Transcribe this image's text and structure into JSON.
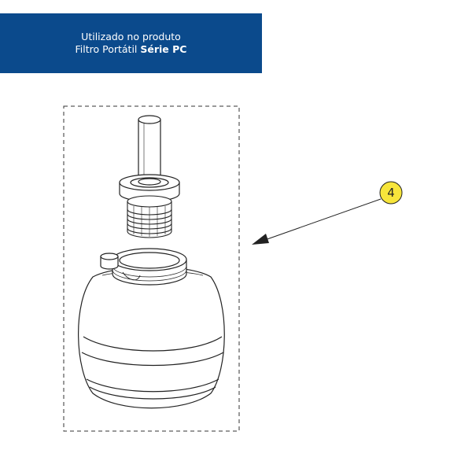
{
  "banner": {
    "line1": "Utilizado no produto",
    "line2_prefix": "Filtro Portátil ",
    "line2_bold": "Série PC",
    "background": "#0b4a8c",
    "text_color": "#ffffff"
  },
  "callout": {
    "number": "4",
    "fill": "#f7e53b"
  }
}
